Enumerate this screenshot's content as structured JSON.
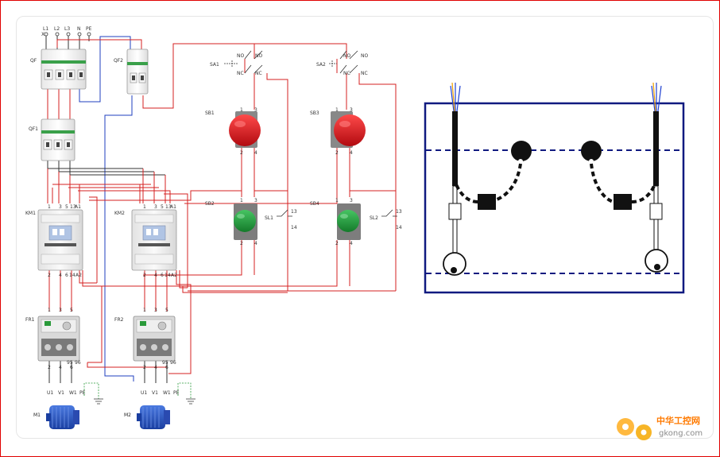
{
  "supply": {
    "phases": [
      "L1",
      "L2",
      "L3",
      "N",
      "PE"
    ],
    "x_marker": "X"
  },
  "breakers": {
    "qf": "QF",
    "qf1": "QF1",
    "qf2": "QF2"
  },
  "contactors": {
    "km1": "KM1",
    "km2": "KM2",
    "coil_a1": "A1",
    "coil_a2": "A2"
  },
  "terminals": {
    "top": [
      "1",
      "3",
      "5"
    ],
    "km_top": [
      "1",
      "3",
      "5",
      "13"
    ],
    "km_bottom": [
      "2",
      "4",
      "6",
      "14"
    ],
    "fr_bottom": [
      "2",
      "4",
      "6"
    ],
    "fr_aux_top": "95",
    "fr_aux_bottom": "96",
    "btn_top": [
      "1",
      "3"
    ],
    "btn_bottom": [
      "2",
      "4"
    ],
    "sl_top": "13",
    "sl_bottom": "14"
  },
  "relays": {
    "fr1": "FR1",
    "fr2": "FR2"
  },
  "motors": {
    "m1": "M1",
    "m2": "M2",
    "terminals": [
      "U1",
      "V1",
      "W1",
      "PE"
    ]
  },
  "switches": {
    "sa1": "SA1",
    "sa2": "SA2",
    "no": "NO",
    "nc": "NC"
  },
  "buttons": {
    "sb1": "SB1",
    "sb2": "SB2",
    "sb3": "SB3",
    "sb4": "SB4"
  },
  "float_switches": {
    "sl1": "SL1",
    "sl2": "SL2"
  },
  "watermark": {
    "cn": "中华工控网",
    "url": "gkong.com"
  },
  "colors": {
    "frame": "#e00000",
    "wire_red": "#d62020",
    "wire_blue": "#1f3fbf",
    "tank": "#101a80",
    "button_stop": "#d4141a",
    "button_start": "#1e9a3a",
    "motor": "#2a56c8",
    "watermark": "#ff7a00"
  }
}
